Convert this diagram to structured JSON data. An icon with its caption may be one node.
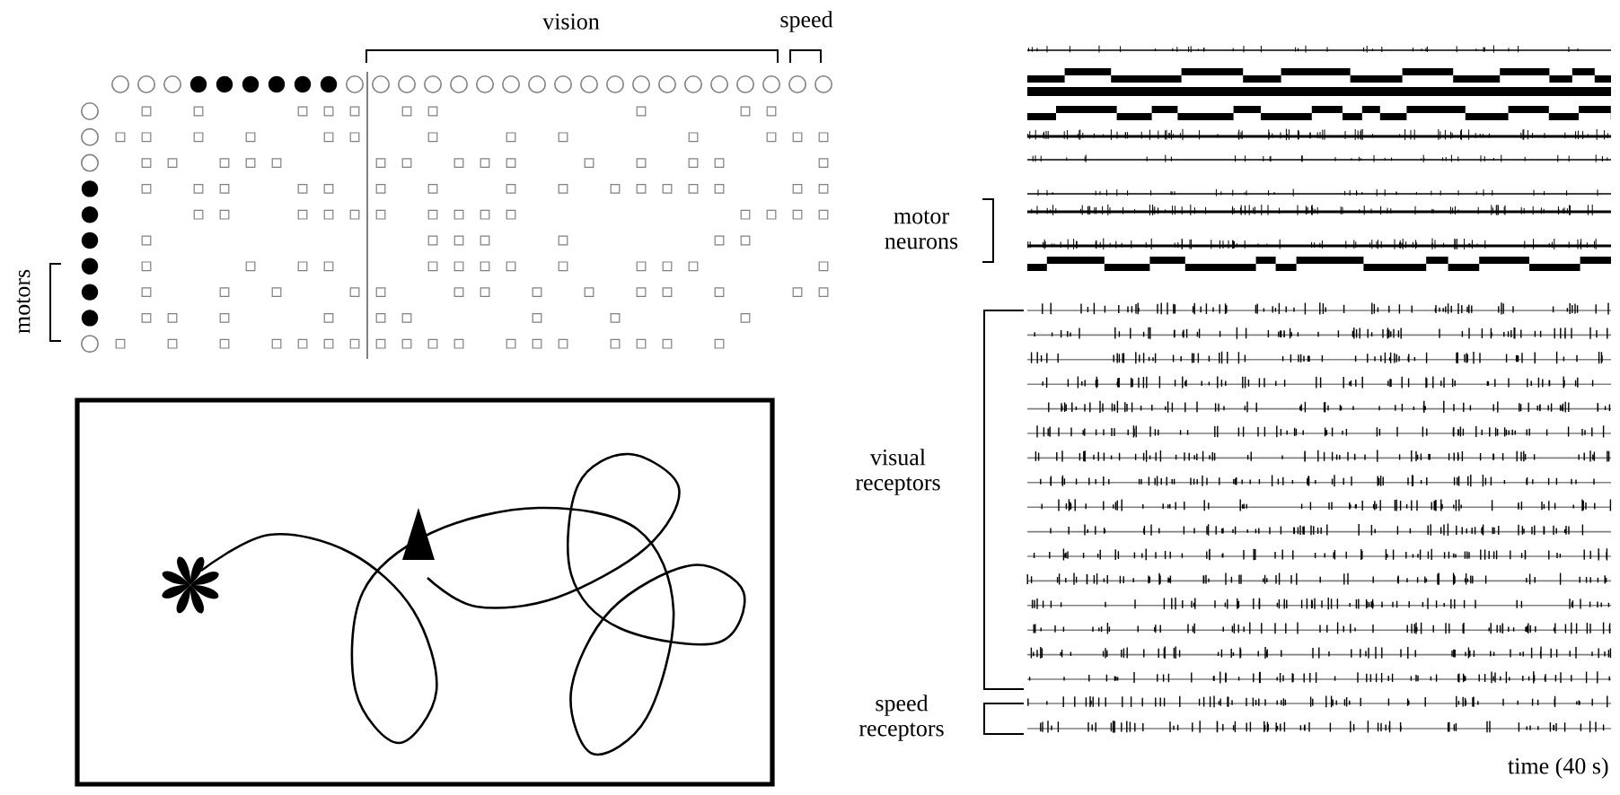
{
  "diagram": {
    "labels": [
      "vision",
      "speed",
      "motors",
      "motor neurons",
      "visual receptors",
      "speed receptors",
      "time (40 s)"
    ]
  }
}
